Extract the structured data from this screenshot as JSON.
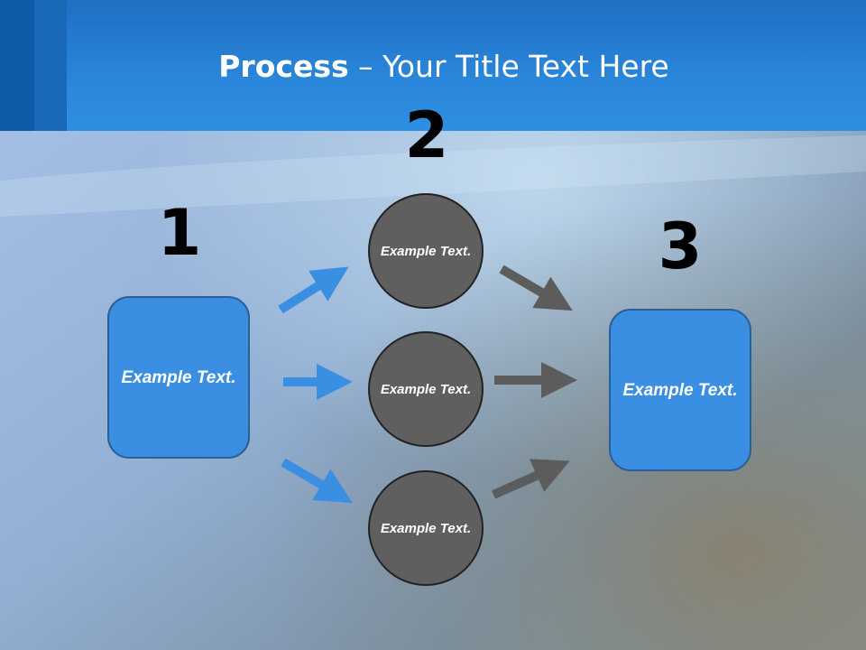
{
  "slide": {
    "title_bold": "Process",
    "title_rest": " – Your Title Text Here"
  },
  "steps": [
    {
      "number": "1",
      "text": "Example Text."
    },
    {
      "number": "2",
      "circles": [
        "Example Text.",
        "Example Text.",
        "Example Text."
      ]
    },
    {
      "number": "3",
      "text": "Example Text."
    }
  ],
  "colors": {
    "header": "#2a86da",
    "box_fill": "#3a8fe3",
    "circle_fill": "#5f5f5f",
    "arrow_blue": "#3a8fe3",
    "arrow_gray": "#5c5c5c"
  },
  "icons": [
    "arrow-icon"
  ]
}
